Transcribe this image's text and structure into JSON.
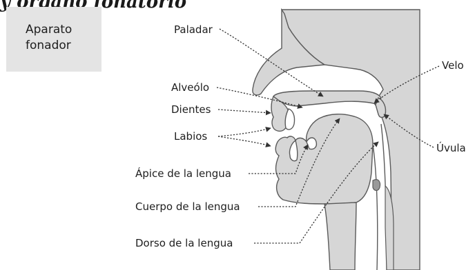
{
  "heading_fragment": "y órgano fonatorio",
  "title_box": {
    "line1": "Aparato",
    "line2": "fonador"
  },
  "labels": {
    "paladar": "Paladar",
    "velo": "Velo",
    "alveolo": "Alveólo",
    "dientes": "Dientes",
    "labios": "Labios",
    "uvula": "Úvula",
    "apice": "Ápice de la lengua",
    "cuerpo": "Cuerpo de la lengua",
    "dorso": "Dorso de la lengua"
  },
  "colors": {
    "tissue": "#d6d6d6",
    "outline": "#5a5a5a",
    "title_box": "#e4e4e4"
  }
}
